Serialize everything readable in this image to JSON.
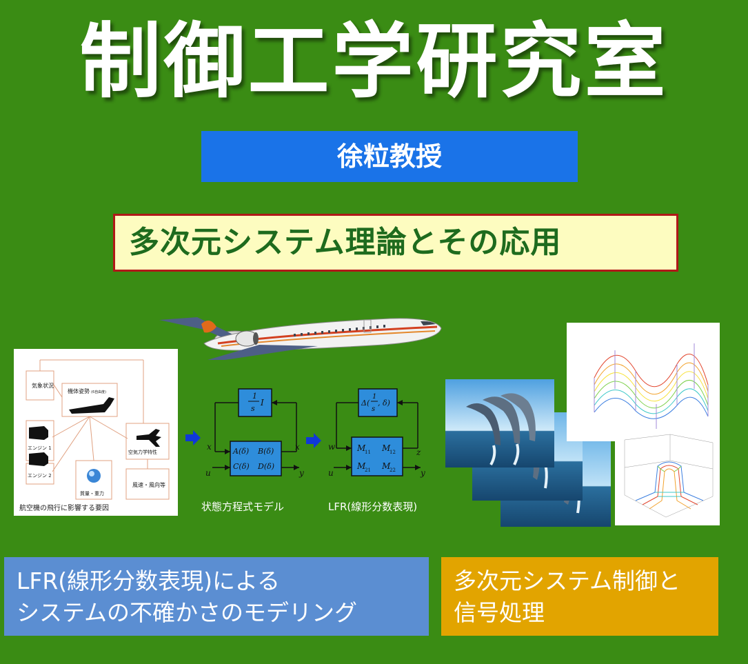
{
  "title": "制御工学研究室",
  "professor": "徐粒教授",
  "theme": "多次元システム理論とその応用",
  "factors_diagram": {
    "weather": "気象状況",
    "attitude": "機体姿勢",
    "attitude_note": "(6自由度)",
    "engine1": "エンジン 1",
    "engine2": "エンジン 2",
    "aero": "空気力学特性",
    "mass": "質量・重力",
    "wind": "風速・風向等",
    "caption": "航空機の飛行に影響する要因"
  },
  "state_space": {
    "one": "1",
    "s": "s",
    "I": "I",
    "x_in": "x",
    "x_out": "x",
    "u": "u",
    "y": "y",
    "A": "A(δ)",
    "B": "B(δ)",
    "C": "C(δ)",
    "D": "D(δ)",
    "caption": "状態方程式モデル"
  },
  "lfr": {
    "delta_left": "Δ(",
    "one": "1",
    "s": "s",
    "delta_right": ", δ)",
    "w": "w",
    "z": "z",
    "u": "u",
    "y": "y",
    "M11": "M",
    "M11_sub": "11",
    "M12": "M",
    "M12_sub": "12",
    "M21": "M",
    "M21_sub": "21",
    "M22": "M",
    "M22_sub": "22",
    "caption": "LFR(線形分数表現)"
  },
  "box_lfr": {
    "line1": " LFR(線形分数表現)による",
    "line2": "システムの不確かさのモデリング"
  },
  "box_signal": {
    "line1": "多次元システム制御と",
    "line2": "信号処理"
  },
  "colors": {
    "background": "#3a8c14",
    "professor_box": "#1a73e8",
    "theme_box": "#fdfcc0",
    "theme_border": "#b01818",
    "theme_text": "#1e6b1e",
    "lfr_box": "#5b8ed2",
    "signal_box": "#e2a400",
    "block_fill": "#2e8ddb"
  },
  "icons": [
    "airplane-illustration",
    "arrow-right-icon",
    "dolphin-photo",
    "surface-plot-image"
  ]
}
